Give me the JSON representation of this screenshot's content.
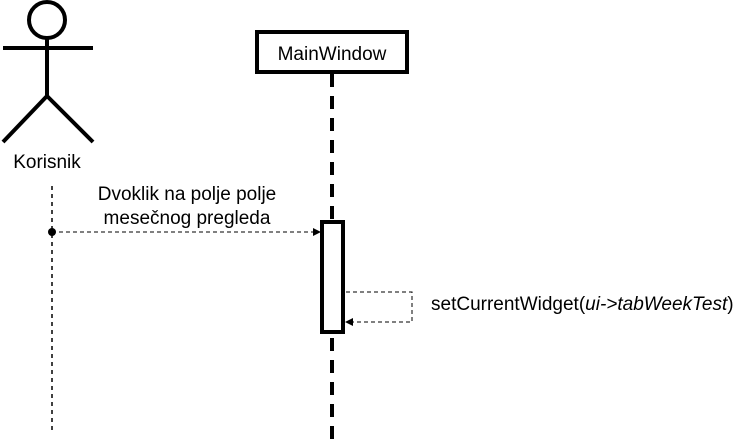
{
  "actor": {
    "name": "Korisnik"
  },
  "participant": {
    "name": "MainWindow"
  },
  "messages": [
    {
      "text_line1": "Dvoklik na polje polje",
      "text_line2": "mesečnog pregleda"
    },
    {
      "prefix": "setCurrentWidget(",
      "italic": "ui->tabWeekTest",
      "suffix": ")"
    }
  ]
}
